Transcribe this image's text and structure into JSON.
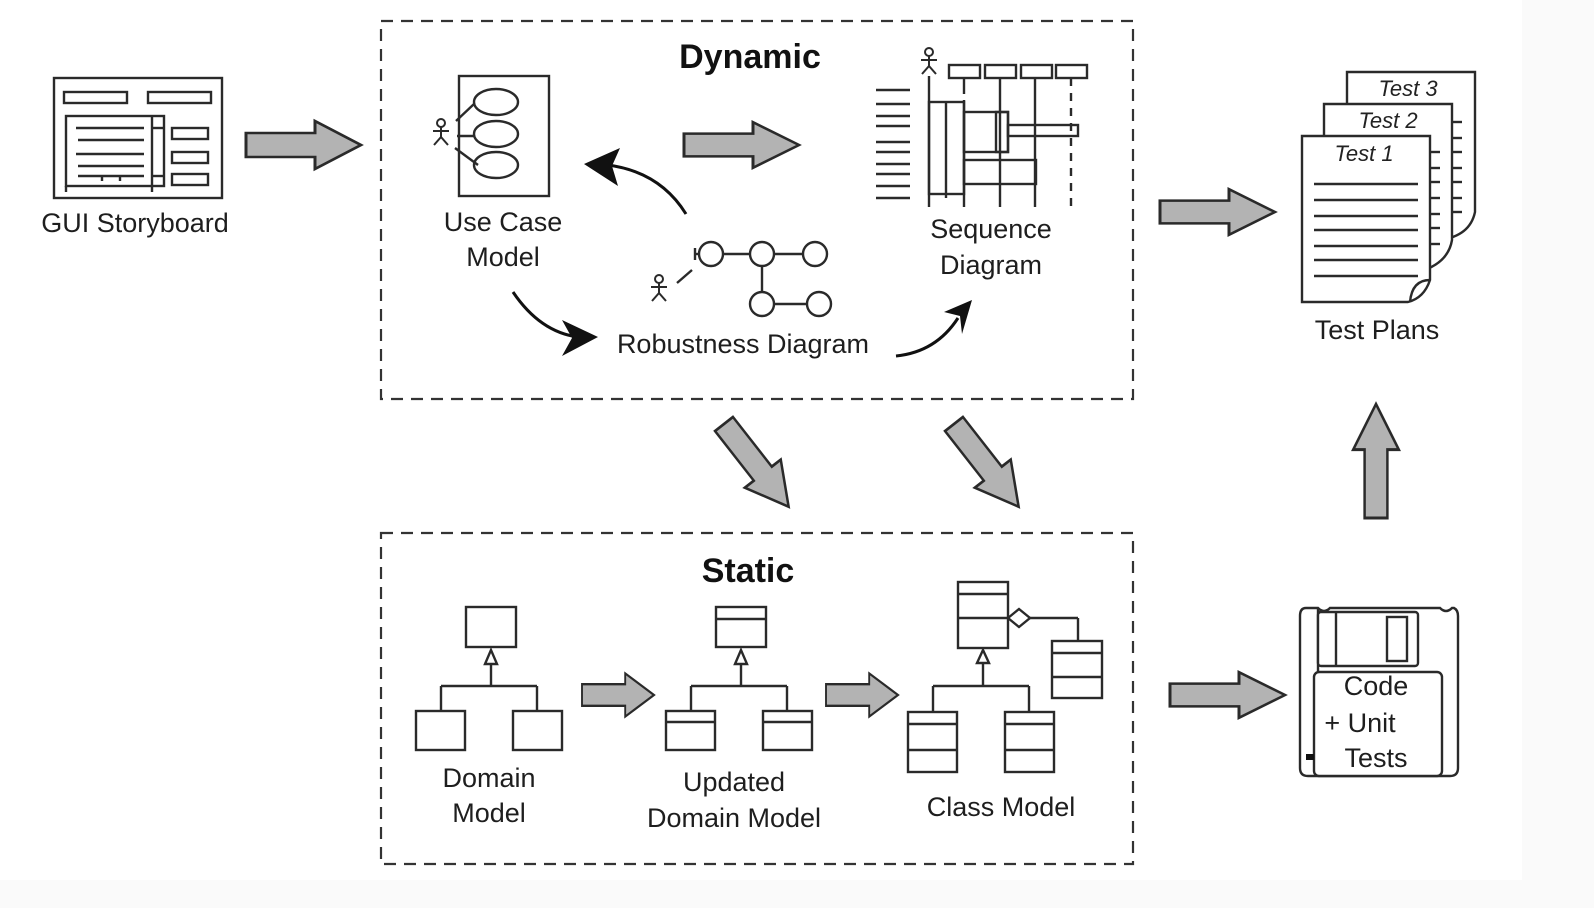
{
  "diagram": {
    "storyboard": {
      "label": "GUI Storyboard"
    },
    "dynamic": {
      "title": "Dynamic",
      "use_case_model": {
        "label_line1": "Use Case",
        "label_line2": "Model"
      },
      "robustness_diagram": {
        "label": "Robustness Diagram"
      },
      "sequence_diagram": {
        "label_line1": "Sequence",
        "label_line2": "Diagram"
      }
    },
    "static": {
      "title": "Static",
      "domain_model": {
        "label_line1": "Domain",
        "label_line2": "Model"
      },
      "updated_domain_model": {
        "label_line1": "Updated",
        "label_line2": "Domain Model"
      },
      "class_model": {
        "label": "Class Model"
      }
    },
    "test_plans": {
      "label": "Test Plans",
      "pages": [
        "Test 1",
        "Test 2",
        "Test 3"
      ]
    },
    "code": {
      "line1": "Code",
      "line2": "+ Unit",
      "line3": "Tests"
    },
    "colors": {
      "arrow_fill": "#b3b3b3",
      "stroke": "#2a2a2a",
      "background": "#ffffff"
    }
  }
}
